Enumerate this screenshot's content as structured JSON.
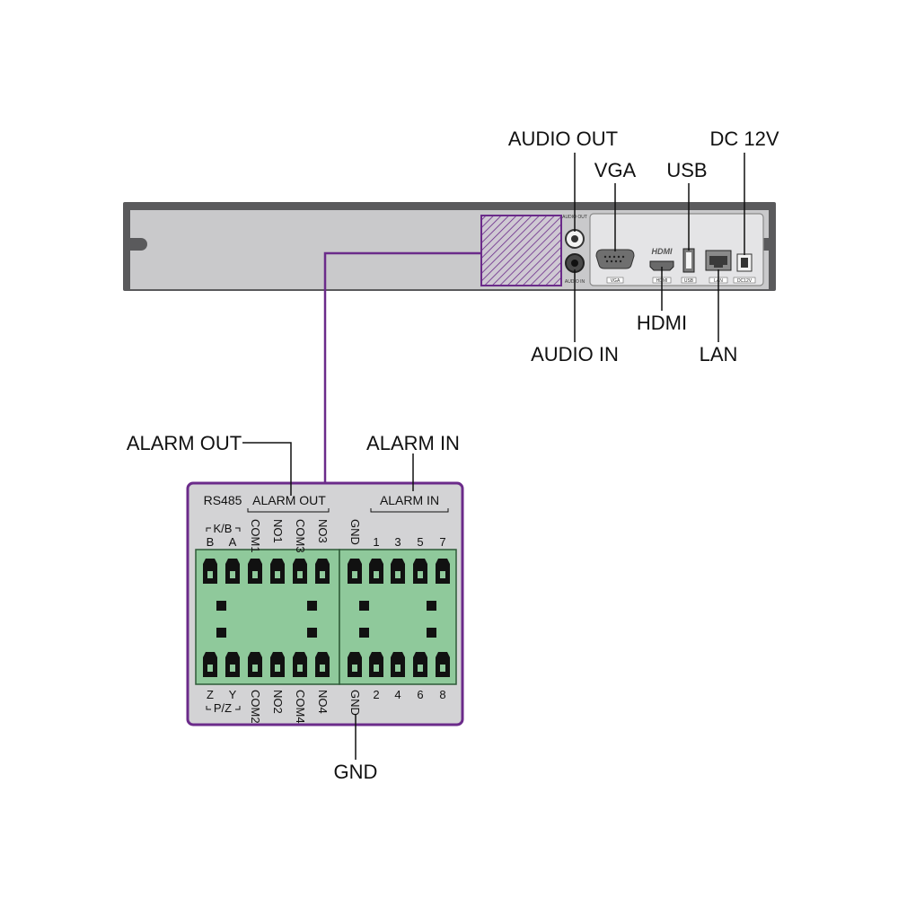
{
  "colors": {
    "accent": "#6b2b8a",
    "terminal_green": "#8fc99b",
    "panel_gray": "#c9c9cb",
    "device_frame": "#5a5a5c",
    "board_bg": "#d3d3d5"
  },
  "device": {
    "port_labels": {
      "audio_out": "AUDIO OUT",
      "vga": "VGA",
      "usb": "USB",
      "dc": "DC 12V",
      "hdmi": "HDMI",
      "audio_in": "AUDIO IN",
      "lan": "LAN"
    },
    "panel_text": {
      "hdmi_logo": "HDMI",
      "vga": "VGA",
      "hdmi": "HDMI",
      "usb": "USB",
      "lan": "LAN",
      "dc": "DC12V",
      "audio_out": "AUDIO OUT",
      "audio_in": "AUDIO IN"
    }
  },
  "callouts": {
    "alarm_out": "ALARM OUT",
    "alarm_in": "ALARM IN",
    "gnd": "GND"
  },
  "terminal_board": {
    "rs485": "RS485",
    "alarm_out_header": "ALARM OUT",
    "alarm_in_header": "ALARM IN",
    "kb": "K/B",
    "pz": "P/Z",
    "top_pins": [
      "B",
      "A",
      "COM1",
      "NO1",
      "COM3",
      "NO3",
      "GND",
      "1",
      "3",
      "5",
      "7"
    ],
    "bottom_pins": [
      "Z",
      "Y",
      "COM2",
      "NO2",
      "COM4",
      "NO4",
      "GND",
      "2",
      "4",
      "6",
      "8"
    ]
  }
}
